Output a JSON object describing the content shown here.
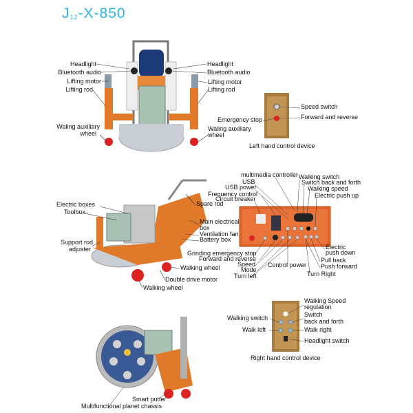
{
  "title": {
    "prefix": "J",
    "subscript": "12",
    "suffix": "-X-850"
  },
  "colors": {
    "title": "#2ab4e6",
    "frame": "#e07a2a",
    "panel": "#e0642a",
    "base": "#c9ced4"
  },
  "front_view": {
    "left_labels": [
      "Headlight",
      "Bluetooth audio",
      "Lifting motor",
      "Lifting rod",
      "Waling auxiliary",
      "wheel"
    ],
    "right_labels": [
      "Headlight",
      "Bluetooth audio",
      "Lifting motor",
      "Lifting rod",
      "Waling auxiliary",
      "wheel"
    ]
  },
  "left_control": {
    "speed_switch": "Speed switch",
    "emergency_stop": "Emergency stop",
    "forward_reverse": "Forward and reverse",
    "caption": "Left hand control device"
  },
  "side_view": {
    "spare_rod": "Spare rod",
    "electric_boxes": "Electric boxes",
    "toolbox": "Toolbox",
    "main_box_1": "Main electrical",
    "main_box_2": "box",
    "ventilation_fan": "Ventilation fan",
    "battery_box": "Battery box",
    "support_rod_1": "Support rod",
    "support_rod_2": "adjuster",
    "walking_wheel_1": "Walking wheel",
    "double_drive_motor": "Double drive motor",
    "walking_wheel_2": "Walking wheel"
  },
  "control_panel": {
    "multimedia": "multimedia controller",
    "walking_switch": "Walking switch",
    "usb": "USB",
    "switch_back_forth": "Switch back and forth",
    "usb_power": "USB power",
    "walking_speed": "Walking speed",
    "frequency_control": "Frequency control",
    "electric_push_up": "Electric push up",
    "circuit_breaker": "Circuit breaker",
    "electric_push_down_1": "Electric",
    "electric_push_down_2": "push down",
    "grinding_stop": "Grinding emergency stop",
    "forward_reverse": "Forward and reverse",
    "pull_back": "Pull back",
    "speed": "Speed",
    "control_power": "Control power",
    "push_forward": "Push forward",
    "mode": "Mode",
    "turn_left": "Turn left",
    "turn_right": "Turn Right"
  },
  "right_control": {
    "speed_reg_1": "Walking Speed",
    "speed_reg_2": "regulation",
    "walking_switch": "Walking switch",
    "switch_1": "Switch",
    "switch_2": "back and forth",
    "walk_left": "Walk left",
    "walk_right": "Walk right",
    "headlight_switch": "Headlight switch",
    "caption": "Right hand control device"
  },
  "bottom_view": {
    "smart_putter": "Smart putter",
    "planet_chassis": "Multifunctional planet chassis"
  }
}
